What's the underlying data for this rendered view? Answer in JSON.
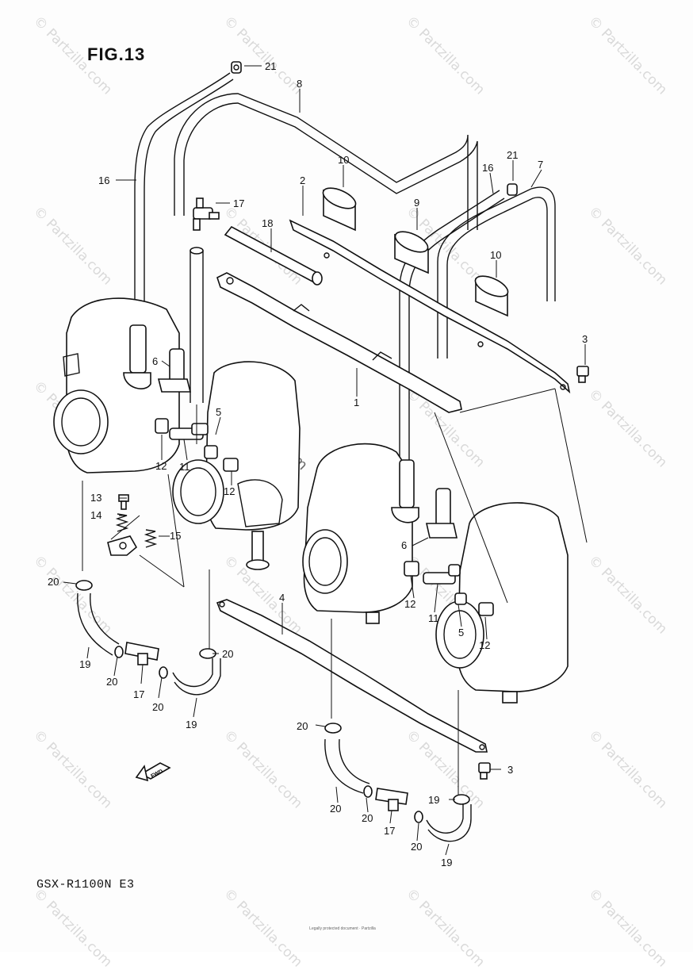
{
  "figure": {
    "title": "FIG.13",
    "model_code": "GSX-R1100N E3",
    "footer_note": "Legally protected document · Partzilla"
  },
  "watermark": {
    "text": "© Partzilla.com"
  },
  "callouts": [
    {
      "id": "c21a",
      "text": "21"
    },
    {
      "id": "c8",
      "text": "8"
    },
    {
      "id": "c16a",
      "text": "16"
    },
    {
      "id": "c10a",
      "text": "10"
    },
    {
      "id": "c2",
      "text": "2"
    },
    {
      "id": "c9",
      "text": "9"
    },
    {
      "id": "c16b",
      "text": "16"
    },
    {
      "id": "c21b",
      "text": "21"
    },
    {
      "id": "c7",
      "text": "7"
    },
    {
      "id": "c17a",
      "text": "17"
    },
    {
      "id": "c18",
      "text": "18"
    },
    {
      "id": "c10b",
      "text": "10"
    },
    {
      "id": "c3a",
      "text": "3"
    },
    {
      "id": "c6a",
      "text": "6"
    },
    {
      "id": "c5a",
      "text": "5"
    },
    {
      "id": "c1",
      "text": "1"
    },
    {
      "id": "c12a",
      "text": "12"
    },
    {
      "id": "c11a",
      "text": "11"
    },
    {
      "id": "c12b",
      "text": "12"
    },
    {
      "id": "c13",
      "text": "13"
    },
    {
      "id": "c14",
      "text": "14"
    },
    {
      "id": "c15",
      "text": "15"
    },
    {
      "id": "c6b",
      "text": "6"
    },
    {
      "id": "c20a",
      "text": "20"
    },
    {
      "id": "c4",
      "text": "4"
    },
    {
      "id": "c12c",
      "text": "12"
    },
    {
      "id": "c11b",
      "text": "11"
    },
    {
      "id": "c5b",
      "text": "5"
    },
    {
      "id": "c12d",
      "text": "12"
    },
    {
      "id": "c19a",
      "text": "19"
    },
    {
      "id": "c20b",
      "text": "20"
    },
    {
      "id": "c20c",
      "text": "20"
    },
    {
      "id": "c17b",
      "text": "17"
    },
    {
      "id": "c20d",
      "text": "20"
    },
    {
      "id": "c19b",
      "text": "19"
    },
    {
      "id": "c20e",
      "text": "20"
    },
    {
      "id": "c3b",
      "text": "3"
    },
    {
      "id": "c20f",
      "text": "20"
    },
    {
      "id": "c19c",
      "text": "19"
    },
    {
      "id": "c20g",
      "text": "20"
    },
    {
      "id": "c17c",
      "text": "17"
    },
    {
      "id": "c20h",
      "text": "20"
    },
    {
      "id": "c19d",
      "text": "19"
    }
  ],
  "fwd_marker": "FWD"
}
